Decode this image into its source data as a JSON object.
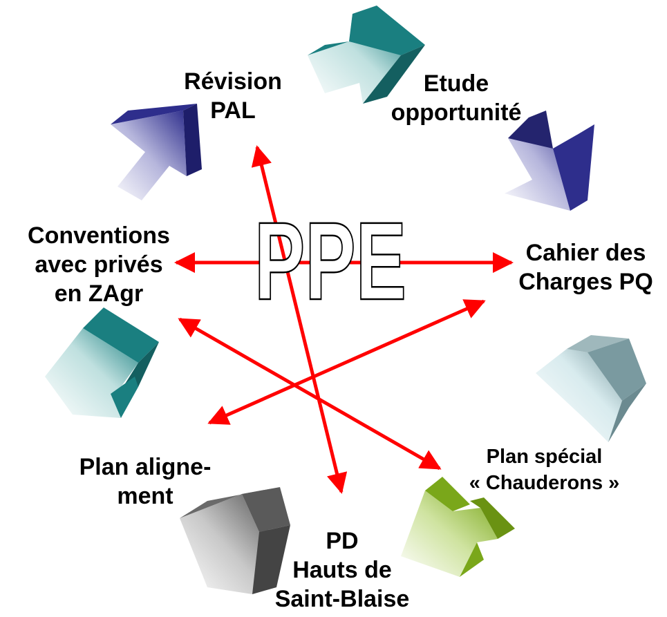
{
  "center_title": "PPE",
  "nodes": {
    "revision": {
      "lines": [
        "Révision",
        "PAL"
      ]
    },
    "etude": {
      "lines": [
        "Etude",
        "opportunité"
      ]
    },
    "cahier": {
      "lines": [
        "Cahier des",
        "Charges PQ"
      ]
    },
    "conventions": {
      "lines": [
        "Conventions",
        "avec privés",
        "en ZAgr"
      ]
    },
    "plan_special": {
      "lines": [
        "Plan spécial",
        "« Chauderons »"
      ]
    },
    "plan_align": {
      "lines": [
        "Plan aligne-",
        "ment"
      ]
    },
    "pd": {
      "lines": [
        "PD",
        "Hauts de",
        "Saint-Blaise"
      ]
    }
  },
  "colors": {
    "arrow_line": "#ff0000",
    "teal": "#1a7f80",
    "navy": "#2e2e8c",
    "slate": "#7a9aa0",
    "green": "#7aa71a",
    "gray": "#5a5a5a"
  },
  "icons": [
    "teal-curved-arrow-icon",
    "navy-curved-arrow-icon",
    "slate-curved-arrow-icon",
    "green-curved-arrow-icon",
    "gray-curved-arrow-icon"
  ]
}
